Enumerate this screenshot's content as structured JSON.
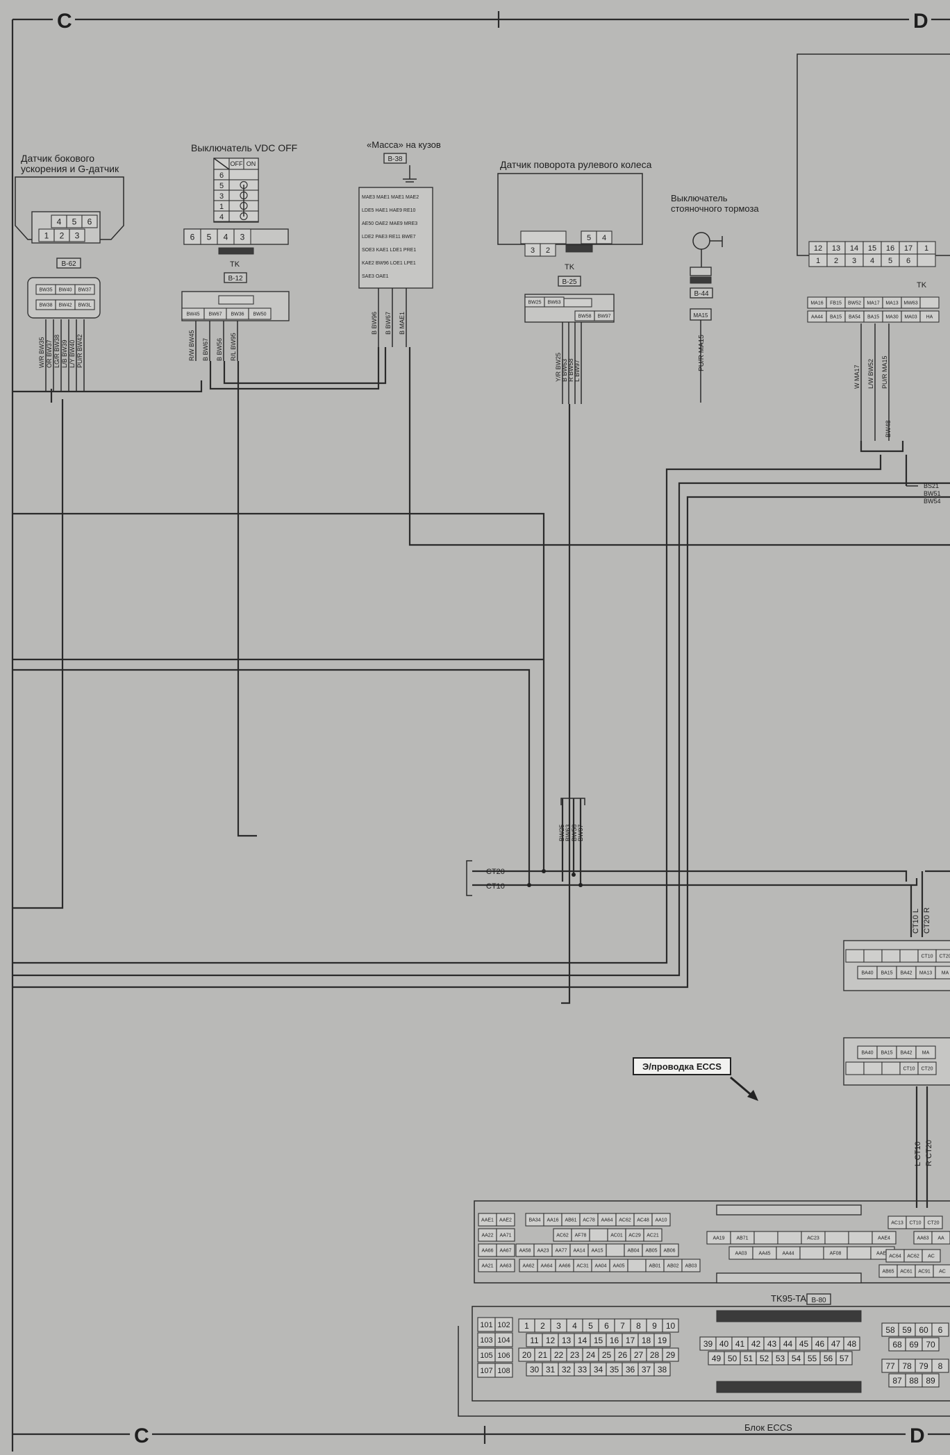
{
  "zone_markers": {
    "top_left": "C",
    "top_right": "D",
    "bottom_left": "C",
    "bottom_right": "D"
  },
  "components": {
    "g_sensor": {
      "title_lines": [
        "Датчик бокового",
        "ускорения и G-датчик"
      ],
      "pins_top": [
        "4",
        "5",
        "6"
      ],
      "pins_bottom": [
        "1",
        "2",
        "3"
      ],
      "connector_id": "B-62",
      "connector_cells": [
        "BW35",
        "BW40",
        "BW37",
        "BW38",
        "BW42",
        "BW3L"
      ],
      "wires": [
        "W/R BW35",
        "OR BW37",
        "LG/R BW38",
        "L/B BW39",
        "L/Y BW40",
        "PU/R BW42"
      ]
    },
    "vdc_switch": {
      "title": "Выключатель VDC OFF",
      "table_header": [
        "OFF",
        "ON"
      ],
      "table_rows": [
        "6",
        "5",
        "3",
        "1",
        "4"
      ],
      "pins": [
        "6",
        "5",
        "4",
        "3"
      ],
      "connector_type": "TK",
      "connector_id": "B-12",
      "connector_cells": [
        "BW45",
        "BW67",
        "BW36",
        "BW50"
      ],
      "wires": [
        "R/W BW45",
        "B BW67",
        "B BW56",
        "R/L BW95"
      ]
    },
    "body_ground": {
      "title": "«Масса» на кузов",
      "connector_id": "B-38",
      "rows": [
        "MAE3 MAE1 MAE1 MAE2",
        "LDE5 HAE1 HAE9 RE10",
        "AE50 OAE2 MAE9 MRE3",
        "LDE2 PAE3 RE11 BWE7",
        "SOE3 KAE1 LDE1 PRE1",
        "KAE2 BW96 LOE1 LPE1",
        "SAE3 OAE1"
      ],
      "wires": [
        "B BW96",
        "B BW67",
        "B MAE1"
      ]
    },
    "steering_sensor": {
      "title": "Датчик поворота рулевого колеса",
      "pins_top": [
        "5",
        "4"
      ],
      "pins_bottom": [
        "3",
        "2"
      ],
      "connector_type": "TK",
      "connector_id": "B-25",
      "connector_cells": [
        "BW25",
        "BW63",
        "BW58",
        "BW97"
      ],
      "wires": [
        "Y/R BW25",
        "B BW63",
        "R BW58",
        "L BW97"
      ]
    },
    "parking_brake_switch": {
      "title_lines": [
        "Выключатель",
        "стояночного тормоза"
      ],
      "connector_id": "B-44",
      "connector_cell": "MA15",
      "wire": "PU/R MA15"
    },
    "unit_top_right": {
      "pins_top": [
        "12",
        "13",
        "14",
        "15",
        "16",
        "17",
        "1"
      ],
      "pins_bottom": [
        "1",
        "2",
        "3",
        "4",
        "5",
        "6",
        ""
      ],
      "connector_type": "TK",
      "connector_row1": [
        "MA16",
        "FB15",
        "BW52",
        "MA17",
        "MA13",
        "MW63",
        ""
      ],
      "connector_row2": [
        "AA44",
        "BA15",
        "BA54",
        "BA15",
        "MA30",
        "MA03",
        "HA"
      ],
      "wires": [
        "W MA17",
        "L/W BW52",
        "PU/R MA15"
      ],
      "bundle_label": "BW48",
      "side_wires": [
        "BS21",
        "BW51",
        "BW54"
      ]
    },
    "joint_ct": {
      "wires_left": [
        "CT20",
        "CT10"
      ],
      "bundle": [
        "BW25",
        "BW63",
        "BW58",
        "BW97"
      ],
      "right_labels": [
        "CT10 L",
        "CT20 R"
      ]
    },
    "mid_connector_upper": {
      "row1": [
        "",
        "",
        "",
        "",
        "CT10",
        "CT20"
      ],
      "row2": [
        "BA40",
        "BA15",
        "BA42",
        "MA13",
        "MA"
      ]
    },
    "mid_connector_lower": {
      "row1": [
        "BA40",
        "BA15",
        "BA42",
        "MA"
      ],
      "row2": [
        "",
        "",
        "",
        "CT10",
        "CT20"
      ],
      "wires": [
        "L CT10",
        "R CT20"
      ]
    },
    "eccs_harness": {
      "label": "Э/проводка ECCS"
    },
    "eccs_connector_upper": {
      "left_col": [
        "AAE1",
        "AAE2",
        "AA22",
        "AA71",
        "AA66",
        "AA67",
        "AA21",
        "AA63"
      ],
      "row1": [
        "BA34",
        "AA16",
        "AB61",
        "AC78",
        "AA64",
        "AC62",
        "AC48",
        "AA10"
      ],
      "row2": [
        "AC62",
        "AF78",
        "",
        "AC01",
        "AC29",
        "AC21"
      ],
      "row3": [
        "AA58",
        "AA23",
        "AA77",
        "AA14",
        "AA15",
        "",
        "AB04",
        "AB05",
        "AB06"
      ],
      "row4": [
        "AA62",
        "AA64",
        "AA66",
        "AC31",
        "AA04",
        "AA05",
        "",
        "AB01",
        "AB02",
        "AB03"
      ],
      "mid_row1": [
        "AA19",
        "AB71",
        "",
        "",
        "AC23",
        "",
        "",
        "AAE4"
      ],
      "mid_row2": [
        "AA03",
        "AA45",
        "AA44",
        "",
        "AF08",
        "",
        "AAE5"
      ],
      "right_row1": [
        "AC13",
        "CT10",
        "CT20"
      ],
      "right_row2": [
        "AA63",
        "AA"
      ],
      "right_row3": [
        "AC64",
        "AC62",
        "AC"
      ],
      "right_row4": [
        "AB65",
        "AC61",
        "AC91",
        "AC"
      ],
      "name": "TK95-TAS",
      "connector_id": "B-80"
    },
    "eccs_block": {
      "label": "Блок ECCS",
      "pairs": [
        [
          "101",
          "102"
        ],
        [
          "103",
          "104"
        ],
        [
          "105",
          "106"
        ],
        [
          "107",
          "108"
        ]
      ],
      "row1": [
        "1",
        "2",
        "3",
        "4",
        "5",
        "6",
        "7",
        "8",
        "9",
        "10"
      ],
      "row2": [
        "11",
        "12",
        "13",
        "14",
        "15",
        "16",
        "17",
        "18",
        "19"
      ],
      "row3": [
        "20",
        "21",
        "22",
        "23",
        "24",
        "25",
        "26",
        "27",
        "28",
        "29"
      ],
      "row4": [
        "30",
        "31",
        "32",
        "33",
        "34",
        "35",
        "36",
        "37",
        "38"
      ],
      "mid1": [
        "39",
        "40",
        "41",
        "42",
        "43",
        "44",
        "45",
        "46",
        "47",
        "48"
      ],
      "mid2": [
        "49",
        "50",
        "51",
        "52",
        "53",
        "54",
        "55",
        "56",
        "57"
      ],
      "right1": [
        "58",
        "59",
        "60",
        "6"
      ],
      "right2": [
        "68",
        "69",
        "70"
      ],
      "right3": [
        "77",
        "78",
        "79",
        "8"
      ],
      "right4": [
        "87",
        "88",
        "89"
      ]
    }
  }
}
